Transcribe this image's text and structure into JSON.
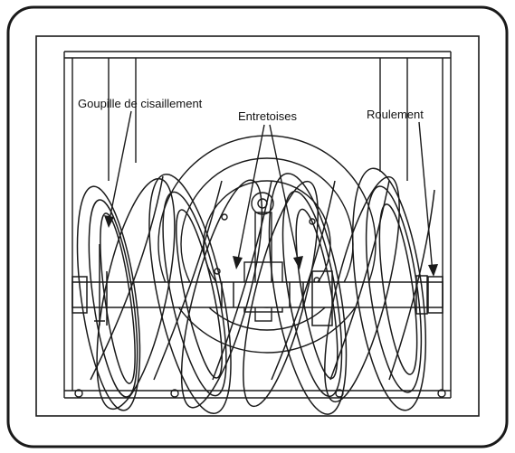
{
  "labels": {
    "shear_pin": "Goupille de cisaillement",
    "spacers": "Entretoises",
    "bearing": "Roulement"
  },
  "colors": {
    "line": "#1a1a1a",
    "background": "#ffffff"
  }
}
